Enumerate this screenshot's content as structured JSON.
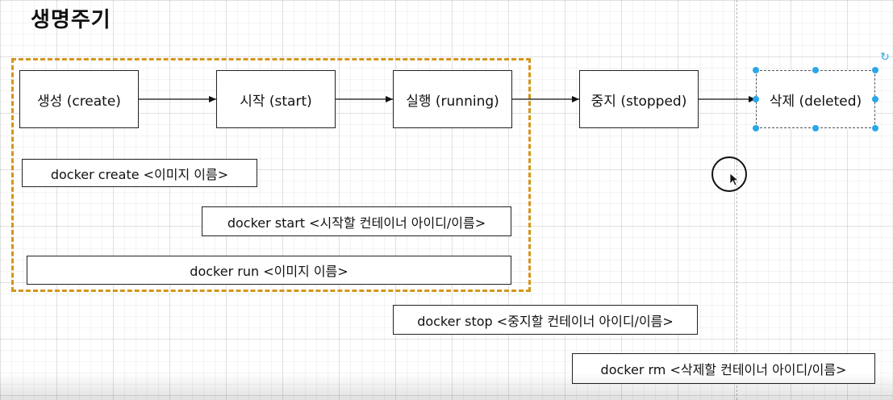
{
  "title": "생명주기",
  "states": [
    {
      "id": "create",
      "label": "생성 (create)"
    },
    {
      "id": "start",
      "label": "시작 (start)"
    },
    {
      "id": "running",
      "label": "실행 (running)"
    },
    {
      "id": "stopped",
      "label": "중지 (stopped)"
    },
    {
      "id": "deleted",
      "label": "삭제 (deleted)"
    }
  ],
  "commands": [
    {
      "id": "create",
      "label": "docker create <이미지 이름>"
    },
    {
      "id": "start",
      "label": "docker start <시작할 컨테이너 아이디/이름>"
    },
    {
      "id": "run",
      "label": "docker run <이미지 이름>"
    },
    {
      "id": "stop",
      "label": "docker stop <중지할 컨테이너 아이디/이름>"
    },
    {
      "id": "rm",
      "label": "docker rm <삭제할 컨테이너 아이디/이름>"
    }
  ],
  "colors": {
    "group_border": "#d4961b",
    "selection_handle": "#29a7ea"
  },
  "icons": {
    "rotate": "rotate-icon",
    "cursor": "mouse-pointer-icon"
  }
}
